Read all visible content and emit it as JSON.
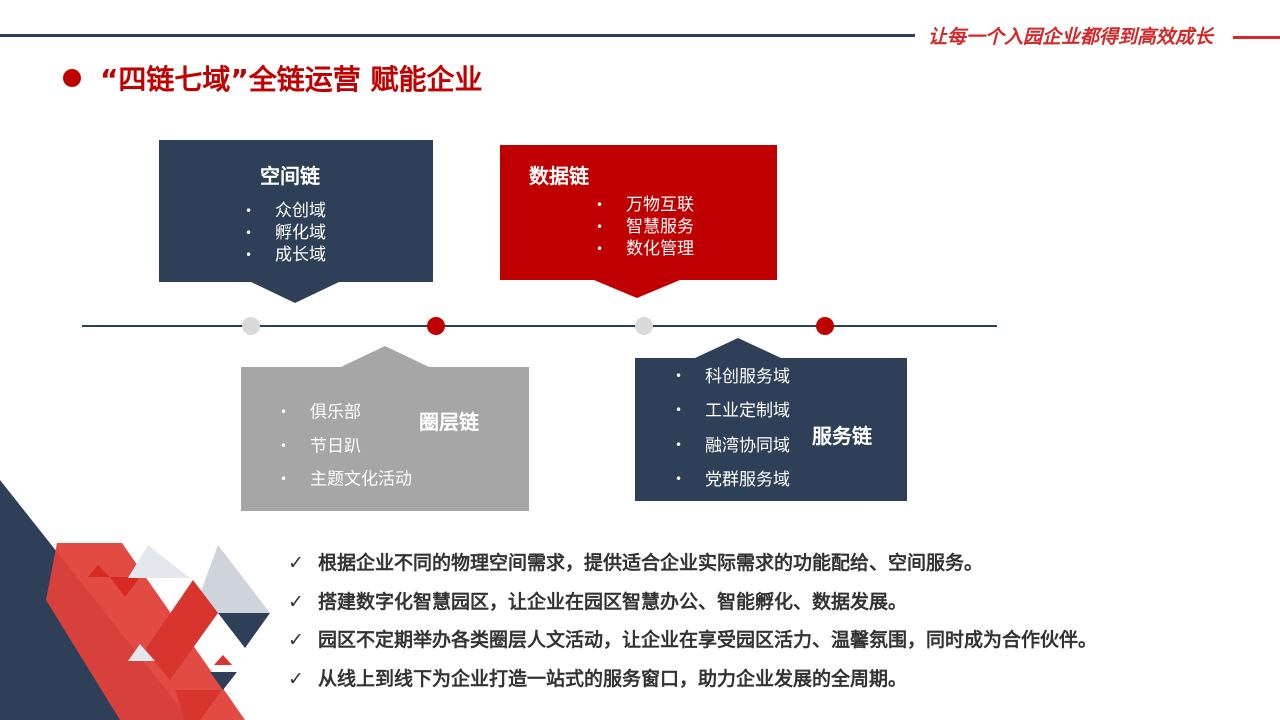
{
  "header": {
    "slogan": "让每一个入园企业都得到高效成长"
  },
  "title": "“四链七域”全链运营 赋能企业",
  "chains": [
    {
      "name": "空间链",
      "items": [
        "众创域",
        "孵化域",
        "成长域"
      ],
      "color": "#2e4057"
    },
    {
      "name": "数据链",
      "items": [
        "万物互联",
        "智慧服务",
        "数化管理"
      ],
      "color": "#c00000"
    },
    {
      "name": "圈层链",
      "items": [
        "俱乐部",
        "节日趴",
        "主题文化活动"
      ],
      "color": "#a6a6a6"
    },
    {
      "name": "服务链",
      "items": [
        "科创服务域",
        "工业定制域",
        "融湾协同域",
        "党群服务域"
      ],
      "color": "#2e4057"
    }
  ],
  "points": [
    "根据企业不同的物理空间需求，提供适合企业实际需求的功能配给、空间服务。",
    "搭建数字化智慧园区，让企业在园区智慧办公、智能孵化、数据发展。",
    "园区不定期举办各类圈层人文活动，让企业在享受园区活力、温馨氛围，同时成为合作伙伴。",
    "从线上到线下为企业打造一站式的服务窗口，助力企业发展的全周期。"
  ],
  "check_icon": "✓"
}
